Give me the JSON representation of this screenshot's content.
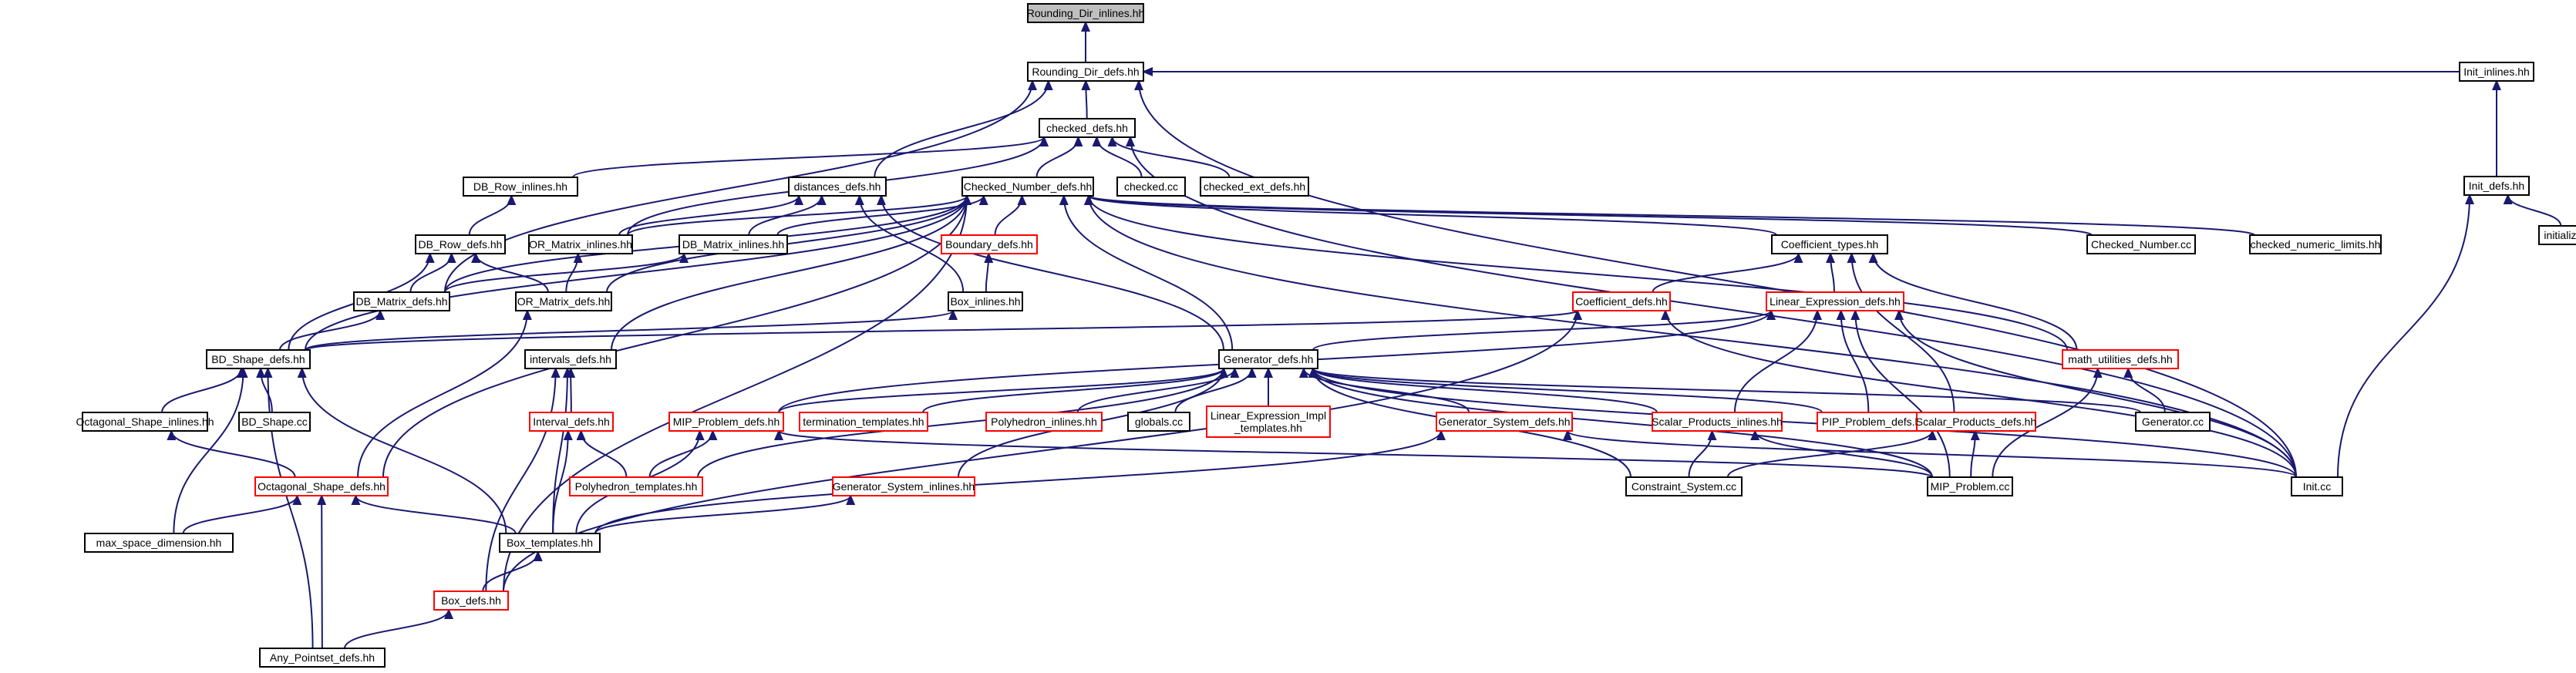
{
  "colors": {
    "edge": "#191970",
    "normal_border": "#000000",
    "red_border": "#ff0000",
    "root_fill": "#bfbfbf",
    "node_fill": "#ffffff"
  },
  "nodes": [
    {
      "id": "rdi",
      "label": "Rounding_Dir_inlines.hh",
      "style": "root"
    },
    {
      "id": "rdd",
      "label": "Rounding_Dir_defs.hh",
      "style": "normal"
    },
    {
      "id": "cdh",
      "label": "checked_defs.hh",
      "style": "normal"
    },
    {
      "id": "iinl",
      "label": "Init_inlines.hh",
      "style": "normal"
    },
    {
      "id": "idef",
      "label": "Init_defs.hh",
      "style": "normal"
    },
    {
      "id": "initz",
      "label": "initializer.hh",
      "style": "normal"
    },
    {
      "id": "dbri",
      "label": "DB_Row_inlines.hh",
      "style": "normal"
    },
    {
      "id": "dist",
      "label": "distances_defs.hh",
      "style": "normal"
    },
    {
      "id": "cnd",
      "label": "Checked_Number_defs.hh",
      "style": "normal"
    },
    {
      "id": "ccc",
      "label": "checked.cc",
      "style": "normal"
    },
    {
      "id": "ced",
      "label": "checked_ext_defs.hh",
      "style": "normal"
    },
    {
      "id": "dbrd",
      "label": "DB_Row_defs.hh",
      "style": "normal"
    },
    {
      "id": "ormi",
      "label": "OR_Matrix_inlines.hh",
      "style": "normal"
    },
    {
      "id": "dbmi",
      "label": "DB_Matrix_inlines.hh",
      "style": "normal"
    },
    {
      "id": "bndd",
      "label": "Boundary_defs.hh",
      "style": "red"
    },
    {
      "id": "coft",
      "label": "Coefficient_types.hh",
      "style": "normal"
    },
    {
      "id": "cncc",
      "label": "Checked_Number.cc",
      "style": "normal"
    },
    {
      "id": "cnl",
      "label": "checked_numeric_limits.hh",
      "style": "normal"
    },
    {
      "id": "dbmd",
      "label": "DB_Matrix_defs.hh",
      "style": "normal"
    },
    {
      "id": "ormd",
      "label": "OR_Matrix_defs.hh",
      "style": "normal"
    },
    {
      "id": "boxi",
      "label": "Box_inlines.hh",
      "style": "normal"
    },
    {
      "id": "cofd",
      "label": "Coefficient_defs.hh",
      "style": "red"
    },
    {
      "id": "led",
      "label": "Linear_Expression_defs.hh",
      "style": "red"
    },
    {
      "id": "bdsd",
      "label": "BD_Shape_defs.hh",
      "style": "normal"
    },
    {
      "id": "intd",
      "label": "intervals_defs.hh",
      "style": "normal"
    },
    {
      "id": "gend",
      "label": "Generator_defs.hh",
      "style": "normal"
    },
    {
      "id": "mud",
      "label": "math_utilities_defs.hh",
      "style": "red"
    },
    {
      "id": "osi",
      "label": "Octagonal_Shape_inlines.hh",
      "style": "normal"
    },
    {
      "id": "bdscc",
      "label": "BD_Shape.cc",
      "style": "normal"
    },
    {
      "id": "ivd",
      "label": "Interval_defs.hh",
      "style": "red"
    },
    {
      "id": "mipd",
      "label": "MIP_Problem_defs.hh",
      "style": "red"
    },
    {
      "id": "termt",
      "label": "termination_templates.hh",
      "style": "red"
    },
    {
      "id": "polyi",
      "label": "Polyhedron_inlines.hh",
      "style": "red"
    },
    {
      "id": "glob",
      "label": "globals.cc",
      "style": "normal"
    },
    {
      "id": "leit",
      "label": [
        "Linear_Expression_Impl",
        "_templates.hh"
      ],
      "style": "red"
    },
    {
      "id": "gsd",
      "label": "Generator_System_defs.hh",
      "style": "red"
    },
    {
      "id": "spi",
      "label": "Scalar_Products_inlines.hh",
      "style": "red"
    },
    {
      "id": "pipd",
      "label": "PIP_Problem_defs.hh",
      "style": "red"
    },
    {
      "id": "spd",
      "label": "Scalar_Products_defs.hh",
      "style": "red"
    },
    {
      "id": "gencc",
      "label": "Generator.cc",
      "style": "normal"
    },
    {
      "id": "osd",
      "label": "Octagonal_Shape_defs.hh",
      "style": "red"
    },
    {
      "id": "polyt",
      "label": "Polyhedron_templates.hh",
      "style": "red"
    },
    {
      "id": "gsi",
      "label": "Generator_System_inlines.hh",
      "style": "red"
    },
    {
      "id": "cscc",
      "label": "Constraint_System.cc",
      "style": "normal"
    },
    {
      "id": "mipcc",
      "label": "MIP_Problem.cc",
      "style": "normal"
    },
    {
      "id": "initcc",
      "label": "Init.cc",
      "style": "normal"
    },
    {
      "id": "msd",
      "label": "max_space_dimension.hh",
      "style": "normal"
    },
    {
      "id": "boxt",
      "label": "Box_templates.hh",
      "style": "normal"
    },
    {
      "id": "boxd",
      "label": "Box_defs.hh",
      "style": "red"
    },
    {
      "id": "apd",
      "label": "Any_Pointset_defs.hh",
      "style": "normal"
    }
  ],
  "edges": [
    [
      "rdd",
      "rdi"
    ],
    [
      "cdh",
      "rdd"
    ],
    [
      "iinl",
      "rdd"
    ],
    [
      "dist",
      "rdd"
    ],
    [
      "dbmd",
      "rdd"
    ],
    [
      "initcc",
      "rdd"
    ],
    [
      "idef",
      "iinl"
    ],
    [
      "initz",
      "idef"
    ],
    [
      "initcc",
      "idef"
    ],
    [
      "dbri",
      "cdh"
    ],
    [
      "cnd",
      "cdh"
    ],
    [
      "ccc",
      "cdh"
    ],
    [
      "ced",
      "cdh"
    ],
    [
      "ormi",
      "cdh"
    ],
    [
      "initcc",
      "cdh"
    ],
    [
      "dbrd",
      "dbri"
    ],
    [
      "ormi",
      "dist"
    ],
    [
      "dbmi",
      "dist"
    ],
    [
      "boxi",
      "dist"
    ],
    [
      "gend",
      "dist"
    ],
    [
      "ormi",
      "cnd"
    ],
    [
      "dbmi",
      "cnd"
    ],
    [
      "bndd",
      "cnd"
    ],
    [
      "coft",
      "cnd"
    ],
    [
      "cncc",
      "cnd"
    ],
    [
      "cnl",
      "cnd"
    ],
    [
      "ormd",
      "cnd"
    ],
    [
      "bdsd",
      "cnd"
    ],
    [
      "gend",
      "cnd"
    ],
    [
      "mud",
      "cnd"
    ],
    [
      "initcc",
      "cnd"
    ],
    [
      "osd",
      "cnd"
    ],
    [
      "boxd",
      "cnd"
    ],
    [
      "dbmd",
      "cnd"
    ],
    [
      "intd",
      "cnd"
    ],
    [
      "dbmd",
      "dbrd"
    ],
    [
      "ormd",
      "dbrd"
    ],
    [
      "bdsd",
      "dbrd"
    ],
    [
      "dbmd",
      "dbmi"
    ],
    [
      "ormd",
      "ormi"
    ],
    [
      "boxi",
      "bndd"
    ],
    [
      "cofd",
      "coft"
    ],
    [
      "led",
      "coft"
    ],
    [
      "mud",
      "coft"
    ],
    [
      "spd",
      "coft"
    ],
    [
      "bdsd",
      "dbmd"
    ],
    [
      "osd",
      "ormd"
    ],
    [
      "bdsd",
      "boxi"
    ],
    [
      "bdsd",
      "cofd"
    ],
    [
      "boxd",
      "cofd"
    ],
    [
      "initcc",
      "cofd"
    ],
    [
      "gend",
      "led"
    ],
    [
      "mipd",
      "led"
    ],
    [
      "spi",
      "led"
    ],
    [
      "pipd",
      "led"
    ],
    [
      "initcc",
      "led"
    ],
    [
      "mipcc",
      "led"
    ],
    [
      "osi",
      "bdsd"
    ],
    [
      "bdscc",
      "bdsd"
    ],
    [
      "boxt",
      "bdsd"
    ],
    [
      "msd",
      "bdsd"
    ],
    [
      "apd",
      "bdsd"
    ],
    [
      "ivd",
      "intd"
    ],
    [
      "boxt",
      "intd"
    ],
    [
      "boxd",
      "intd"
    ],
    [
      "mipd",
      "gend"
    ],
    [
      "termt",
      "gend"
    ],
    [
      "polyi",
      "gend"
    ],
    [
      "glob",
      "gend"
    ],
    [
      "leit",
      "gend"
    ],
    [
      "gsd",
      "gend"
    ],
    [
      "spi",
      "gend"
    ],
    [
      "pipd",
      "gend"
    ],
    [
      "gencc",
      "gend"
    ],
    [
      "polyt",
      "gend"
    ],
    [
      "gsi",
      "gend"
    ],
    [
      "cscc",
      "gend"
    ],
    [
      "mipcc",
      "gend"
    ],
    [
      "initcc",
      "gend"
    ],
    [
      "gencc",
      "mud"
    ],
    [
      "mipcc",
      "mud"
    ],
    [
      "osd",
      "osi"
    ],
    [
      "polyt",
      "ivd"
    ],
    [
      "boxt",
      "ivd"
    ],
    [
      "polyt",
      "mipd"
    ],
    [
      "boxt",
      "mipd"
    ],
    [
      "mipcc",
      "mipd"
    ],
    [
      "boxt",
      "gsd"
    ],
    [
      "initcc",
      "gsd"
    ],
    [
      "cscc",
      "spi"
    ],
    [
      "mipcc",
      "spi"
    ],
    [
      "cscc",
      "spd"
    ],
    [
      "mipcc",
      "spd"
    ],
    [
      "msd",
      "osd"
    ],
    [
      "boxt",
      "osd"
    ],
    [
      "apd",
      "osd"
    ],
    [
      "boxt",
      "gsi"
    ],
    [
      "boxd",
      "boxt"
    ],
    [
      "apd",
      "boxd"
    ]
  ]
}
